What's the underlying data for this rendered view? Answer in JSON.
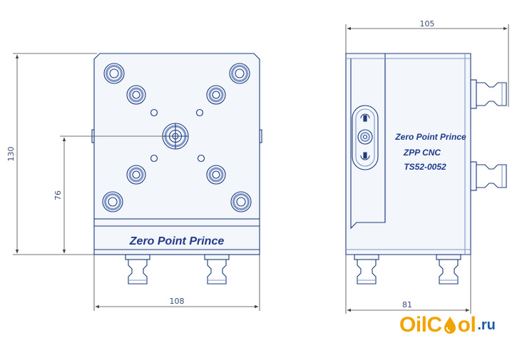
{
  "dimensions": {
    "front_height": "130",
    "front_center_height": "76",
    "front_width": "108",
    "side_width_top": "105",
    "side_width_bottom": "81"
  },
  "labels": {
    "front_brand": "Zero Point Prince",
    "side_brand": "Zero Point Prince",
    "side_model": "ZPP CNC",
    "side_part_number": "TS52-0052"
  },
  "watermark": {
    "part1": "OilC",
    "part2": "ol",
    "suffix": ".ru"
  },
  "colors": {
    "line": "#1d3b7a",
    "dim_line": "#444444",
    "body_fill": "#f3f6fb",
    "hatch": "#7f96c6",
    "brand_text": "#1f3a8a",
    "logo_orange": "#f2a300",
    "logo_blue": "#1e5aa8"
  }
}
